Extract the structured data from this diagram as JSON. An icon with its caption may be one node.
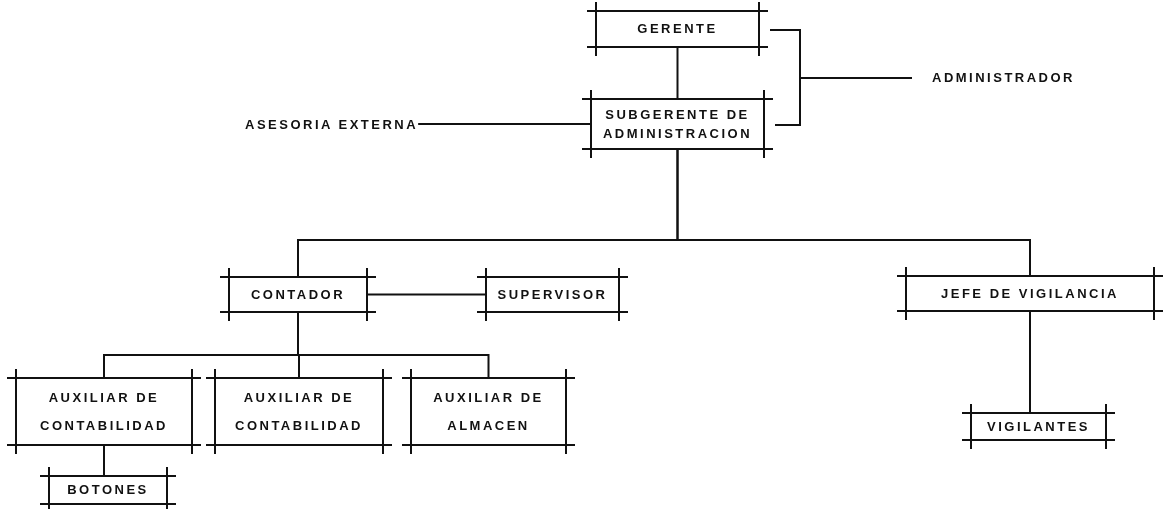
{
  "diagram": {
    "nodes": [
      {
        "text": [
          "GERENTE"
        ]
      },
      {
        "text": [
          "SUBGERENTE DE ADMINISTRACION"
        ]
      },
      {
        "text": [
          "ADMINISTRADOR"
        ]
      },
      {
        "text": [
          "ASESORIA EXTERNA"
        ]
      },
      {
        "text": [
          "CONTADOR"
        ]
      },
      {
        "text": [
          "SUPERVISOR"
        ]
      },
      {
        "text": [
          "JEFE DE VIGILANCIA"
        ]
      },
      {
        "text": [
          "AUXILIAR DE CONTABILIDAD"
        ]
      },
      {
        "text": [
          "AUXILIAR DE CONTABILIDAD"
        ]
      },
      {
        "text": [
          "AUXILIAR DE ALMACEN"
        ]
      },
      {
        "text": [
          "VIGILANTES"
        ]
      },
      {
        "text": [
          "BOTONES"
        ]
      }
    ],
    "edges": [
      {
        "from": 0,
        "to": 1,
        "arrow": "none"
      },
      {
        "from": 3,
        "to": 1,
        "arrow": "none"
      },
      {
        "from": 0,
        "to": 2,
        "arrow": "none"
      },
      {
        "from": 1,
        "to": 2,
        "arrow": "none"
      },
      {
        "from": 1,
        "to": 4,
        "arrow": "none"
      },
      {
        "from": 1,
        "to": 6,
        "arrow": "none"
      },
      {
        "from": 4,
        "to": 5,
        "arrow": "none"
      },
      {
        "from": 4,
        "to": 7,
        "arrow": "none"
      },
      {
        "from": 4,
        "to": 8,
        "arrow": "none"
      },
      {
        "from": 4,
        "to": 9,
        "arrow": "none"
      },
      {
        "from": 7,
        "to": 11,
        "arrow": "none"
      },
      {
        "from": 6,
        "to": 10,
        "arrow": "none"
      }
    ]
  }
}
